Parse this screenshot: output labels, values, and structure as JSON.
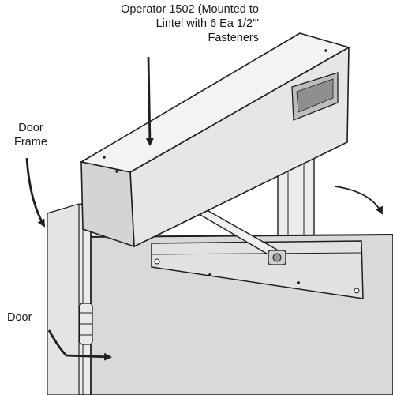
{
  "labels": {
    "operator": {
      "line1": "Operator 1502 (Mounted to",
      "line2": "Lintel with 6 Ea 1/2'\"",
      "line3": "Fasteners"
    },
    "door_frame": {
      "line1": "Door",
      "line2": "Frame"
    },
    "door": "Door"
  },
  "colors": {
    "stroke": "#1f1f1f",
    "door_panel": "#d9d9d9",
    "frame_face": "#ececec",
    "operator_top": "#f3f3f3",
    "operator_front": "#e6e6e6",
    "operator_end": "#d4d4d4",
    "arm_plate": "#e2e2e2",
    "label_plate": "#bdbdbd"
  }
}
